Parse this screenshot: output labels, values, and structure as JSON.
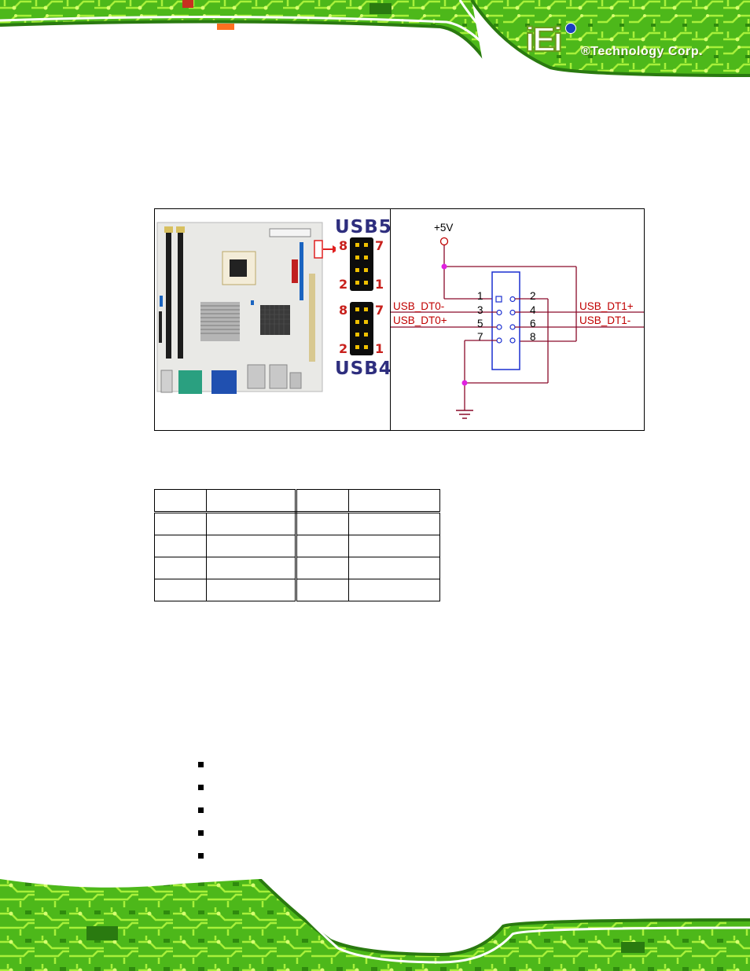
{
  "header": {
    "logo_mark": "iEi",
    "company": "®Technology Corp."
  },
  "figure": {
    "usb_top": "USB5",
    "usb_bottom": "USB4",
    "top_pins": {
      "tl": "8",
      "tr": "7",
      "bl": "2",
      "br": "1"
    },
    "bottom_pins": {
      "tl": "8",
      "tr": "7",
      "bl": "2",
      "br": "1"
    },
    "schematic": {
      "power": "+5V",
      "pins_left": [
        "1",
        "3",
        "5",
        "7"
      ],
      "pins_right": [
        "2",
        "4",
        "6",
        "8"
      ],
      "signal_left_1": "USB_DT0-",
      "signal_left_2": "USB_DT0+",
      "signal_right_1": "USB_DT1+",
      "signal_right_2": "USB_DT1-"
    }
  },
  "table": {
    "rows": [
      [
        "",
        "",
        "",
        ""
      ],
      [
        "",
        "",
        "",
        ""
      ],
      [
        "",
        "",
        "",
        ""
      ],
      [
        "",
        "",
        "",
        ""
      ],
      [
        "",
        "",
        "",
        ""
      ]
    ]
  },
  "bullets": [
    "",
    "",
    "",
    "",
    ""
  ],
  "colors": {
    "pcb_green": "#5cc81e",
    "trace_green": "#a8f03a",
    "usb_label": "#2e2e7e",
    "pin_red": "#c8201c",
    "schematic_red": "#c00000",
    "schematic_blue": "#1a2fd0",
    "wire_dark_red": "#8a0a2a",
    "node_magenta": "#e020e0"
  }
}
